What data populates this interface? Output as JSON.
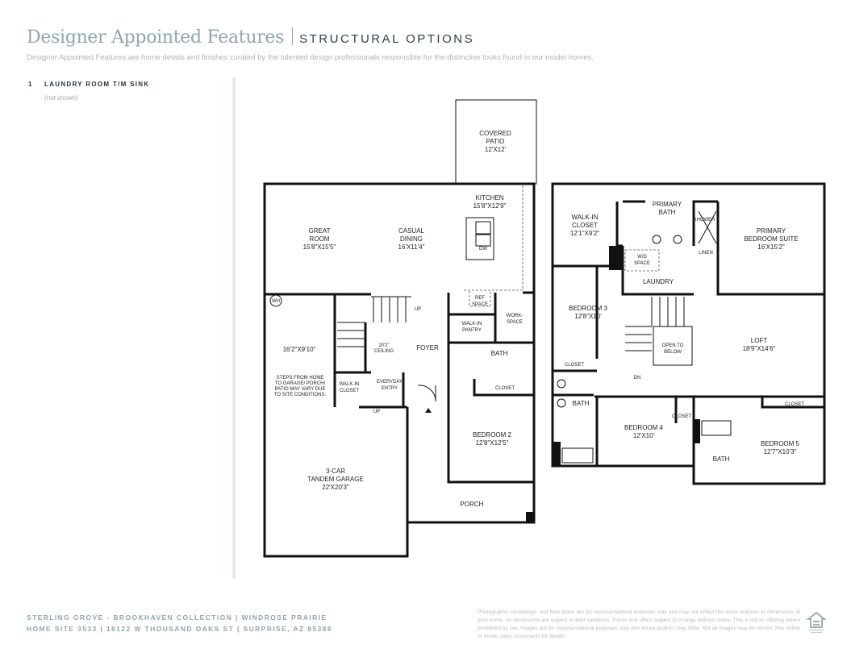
{
  "header": {
    "title": "Designer Appointed Features",
    "section": "STRUCTURAL OPTIONS",
    "description": "Designer Appointed Features are home details and finishes curated by the talented design professionals responsible for the distinctive looks found in our model homes."
  },
  "options": [
    {
      "number": "1",
      "label": "LAUNDRY ROOM T/M SINK",
      "note": "(not shown)"
    }
  ],
  "first_floor": {
    "covered_patio": {
      "name1": "COVERED",
      "name2": "PATIO",
      "dims": "12'X12'"
    },
    "kitchen": {
      "name": "KITCHEN",
      "dims": "15'8\"X12'9\""
    },
    "great_room": {
      "name1": "GREAT",
      "name2": "ROOM",
      "dims": "15'8\"X15'5\""
    },
    "casual_dining": {
      "name1": "CASUAL",
      "name2": "DINING",
      "dims": "16'X11'4\""
    },
    "dw": "DW",
    "wh": "WH",
    "ref_space": {
      "l1": "REF",
      "l2": "SPACE"
    },
    "up1": "UP",
    "workspace": {
      "l1": "WORK-",
      "l2": "SPACE"
    },
    "pantry": {
      "l1": "WALK-IN",
      "l2": "PANTRY"
    },
    "garage_extra_dims": "16'2\"X9'10\"",
    "ceiling": {
      "l1": "20'2\"",
      "l2": "CEILING"
    },
    "foyer": "FOYER",
    "bath": "BATH",
    "closet": "CLOSET",
    "steps_note": [
      "STEPS FROM HOME",
      "TO GARAGE/ PORCH/",
      "PATIO MAY VARY DUE",
      "TO SITE CONDITIONS."
    ],
    "walkin_closet": {
      "l1": "WALK-IN",
      "l2": "CLOSET"
    },
    "everyday_entry": {
      "l1": "EVERYDAY",
      "l2": "ENTRY"
    },
    "up2": "UP",
    "bedroom2": {
      "name": "BEDROOM 2",
      "dims": "12'8\"X12'5\""
    },
    "garage": {
      "name1": "3-CAR",
      "name2": "TANDEM GARAGE",
      "dims": "22'X20'3\""
    },
    "porch": "PORCH"
  },
  "second_floor": {
    "walkin_closet": {
      "l1": "WALK-IN",
      "l2": "CLOSET",
      "dims": "12'1\"X9'2\""
    },
    "primary_bath": {
      "l1": "PRIMARY",
      "l2": "BATH"
    },
    "shower": "SHOWER",
    "primary_suite": {
      "l1": "PRIMARY",
      "l2": "BEDROOM SUITE",
      "dims": "16'X15'2\""
    },
    "wd_space": {
      "l1": "W/D",
      "l2": "SPACE"
    },
    "linen": "LINEN",
    "laundry": "LAUNDRY",
    "bedroom3": {
      "name": "BEDROOM 3",
      "dims": "12'8\"X10'"
    },
    "open_below": {
      "l1": "OPEN TO",
      "l2": "BELOW"
    },
    "loft": {
      "name": "LOFT",
      "dims": "18'9\"X14'6\""
    },
    "closet_b3": "CLOSET",
    "dn": "DN",
    "bath_left": "BATH",
    "bedroom4": {
      "name": "BEDROOM 4",
      "dims": "12'X10'"
    },
    "closet_b4": "CLOSET",
    "closet_b5": "CLOSET",
    "bedroom5": {
      "name": "BEDROOM 5",
      "dims": "12'7\"X10'3\""
    },
    "bath_right": "BATH"
  },
  "footer": {
    "line1": "STERLING GROVE - BROOKHAVEN COLLECTION  |  WINDROSE PRAIRIE",
    "line2": "HOME SITE 3533  |  18122 W THOUSAND OAKS ST  |  SURPRISE, AZ 85388",
    "disclaimer": "Photographs, renderings, and floor plans are for representational purposes only and may not reflect the exact features or dimensions of your home. All dimensions are subject to field variations. Prices and offers subject to change without notice. This is not an offering where prohibited by law. Images are for representational purposes only and actual product may differ. Not all images may be shown. See online or onsite sales consultants for details.",
    "logo_text": "EQUAL HOUSING OPPORTUNITY"
  }
}
